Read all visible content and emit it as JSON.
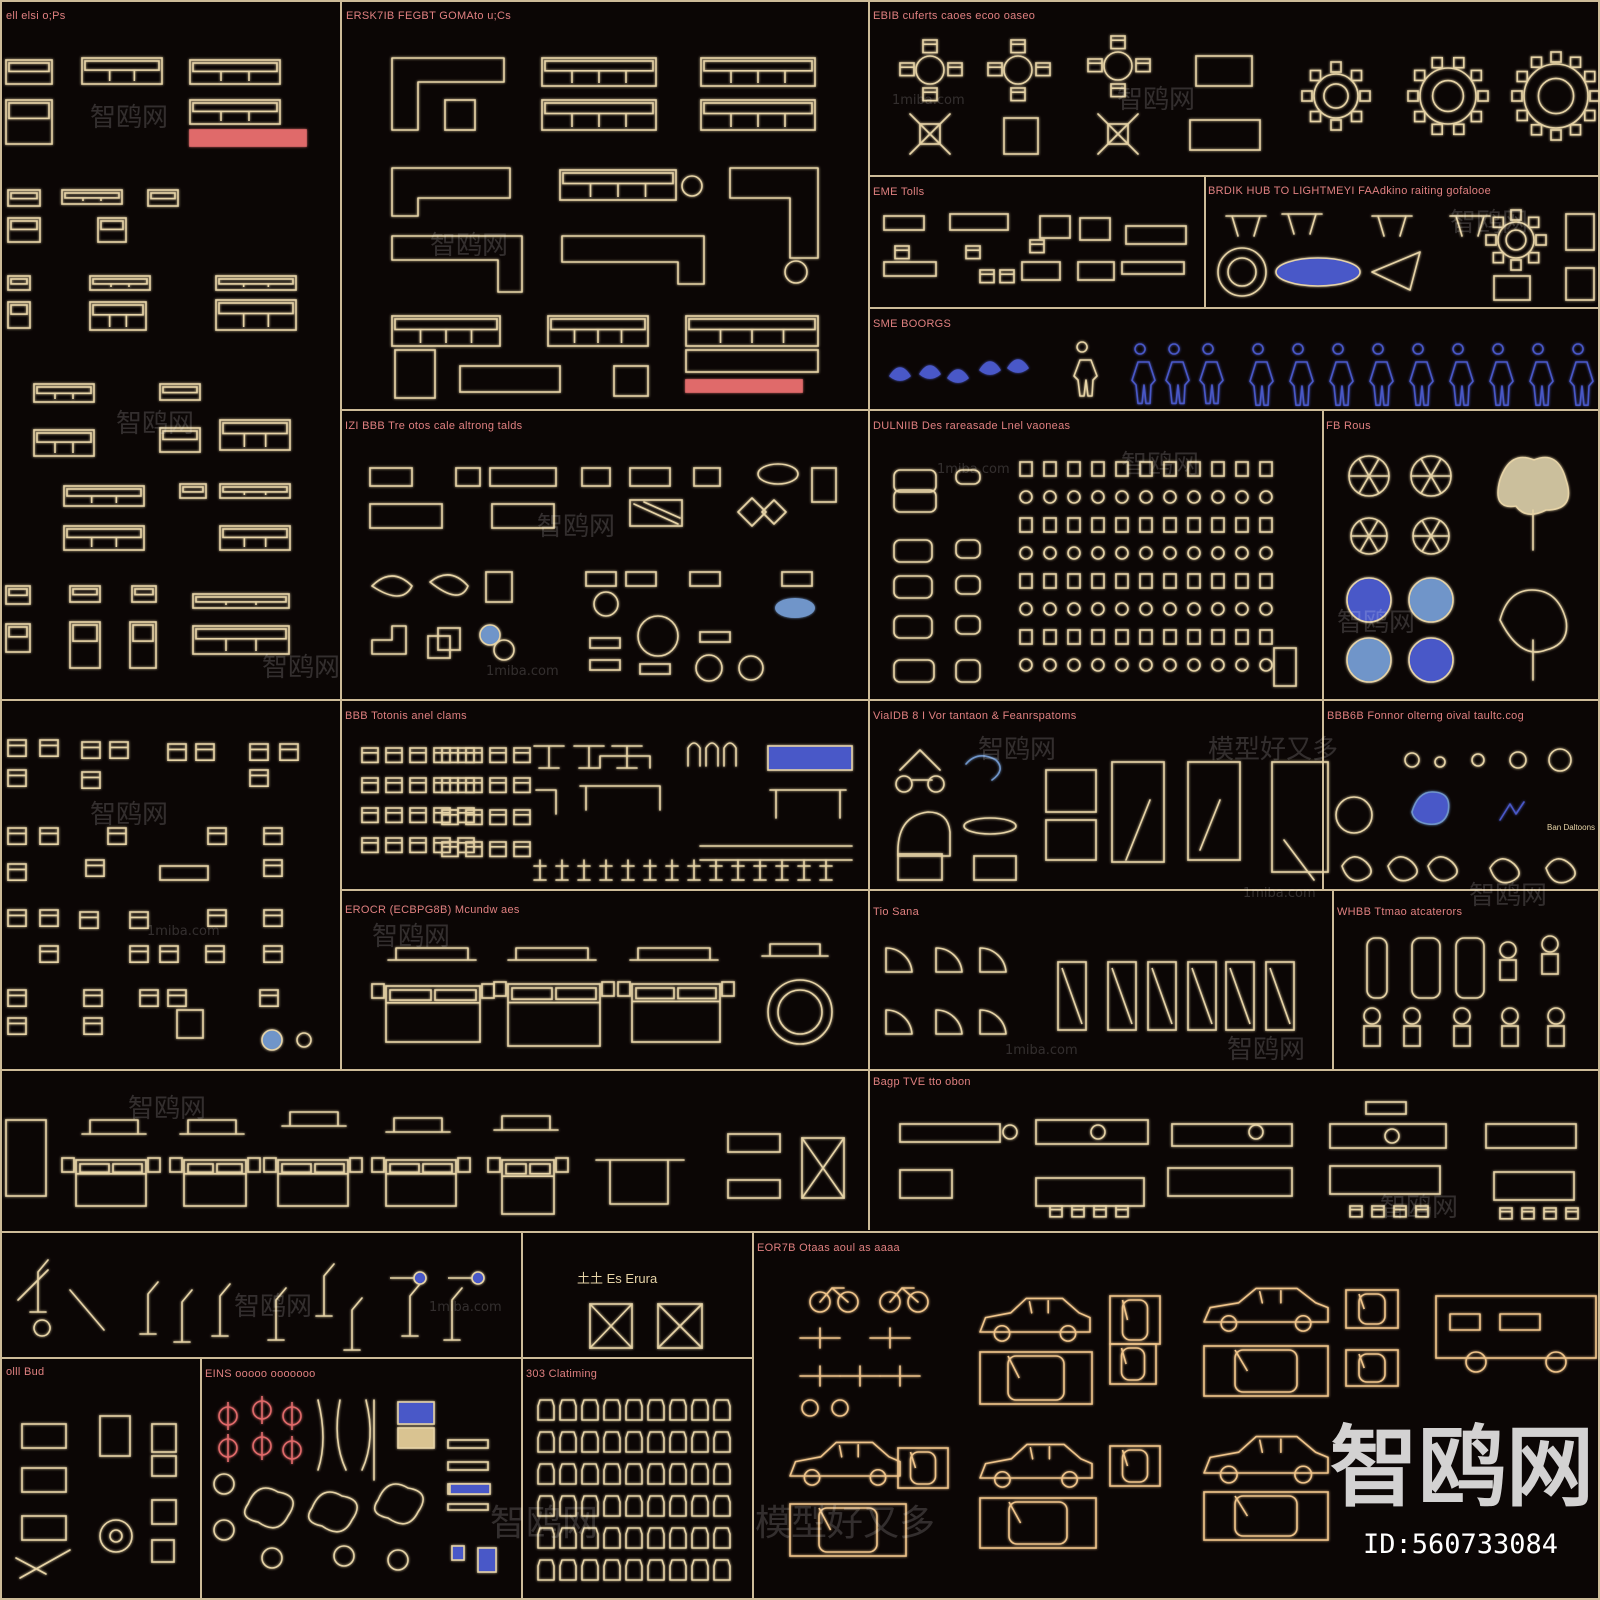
{
  "colors": {
    "background": "#0b0605",
    "frame": "#cdbb98",
    "line": "#e6d3a6",
    "cars": "#efc48a",
    "title": "#e08080",
    "red_block": "#e06a6a",
    "blue_accent": "#4a58c8",
    "light_blue": "#6f95c9",
    "watermark": "#ffffff"
  },
  "sections": [
    {
      "key": "single_sofa",
      "title": "ell elsi o;Ps"
    },
    {
      "key": "sofa_combo",
      "title": "ERSK7IB  FEGBT GOMAto u;Cs"
    },
    {
      "key": "dining_tables",
      "title": "EBIB cuferts caoes ecoo oaseo"
    },
    {
      "key": "tables",
      "title": "EME Tolls"
    },
    {
      "key": "special_tables",
      "title": "BRDIK HUB TO LIGHTMEYI FAAdkino raiting gofalooe"
    },
    {
      "key": "people",
      "title": "SME BOORGS"
    },
    {
      "key": "coffee_tables",
      "title": "IZI BBB Tre otos cale altrong talds"
    },
    {
      "key": "sanitary",
      "title": "DULNIIB Des rareasade Lnel vaoneas"
    },
    {
      "key": "plants",
      "title": "FB Rous"
    },
    {
      "key": "chairs",
      "title": "BBB Totonis anel clams"
    },
    {
      "key": "piano",
      "title": "ViaIDB 8 I Vor tantaon & Feanrspatoms"
    },
    {
      "key": "decor",
      "title": "BBB6B Fonnor olterng oival taultc.cog"
    },
    {
      "key": "beds",
      "title": "EROCR (ECBPG8B) Mcundw aes"
    },
    {
      "key": "doors",
      "title": "Tio Sana"
    },
    {
      "key": "wardrobe",
      "title": "WHBB Ttmao atcaterors"
    },
    {
      "key": "kitchen",
      "title": "Bagp TVE tto obon"
    },
    {
      "key": "bath",
      "title": "olll Bud"
    },
    {
      "key": "misc",
      "title": "EINS ooooo ooooooo"
    },
    {
      "key": "clothing",
      "title": "303 Clatiming"
    },
    {
      "key": "vehicles",
      "title": "EOR7B Otaas aoul as aaaa"
    }
  ],
  "small_labels": {
    "dining_chairs_label": "土土 Es Erura",
    "decor_side_label": "Ban Daltoons"
  },
  "watermarks": {
    "main": "智鸥网",
    "slogan": "模型好又多",
    "site": "1miba.com"
  },
  "id_label": "ID:560733084"
}
